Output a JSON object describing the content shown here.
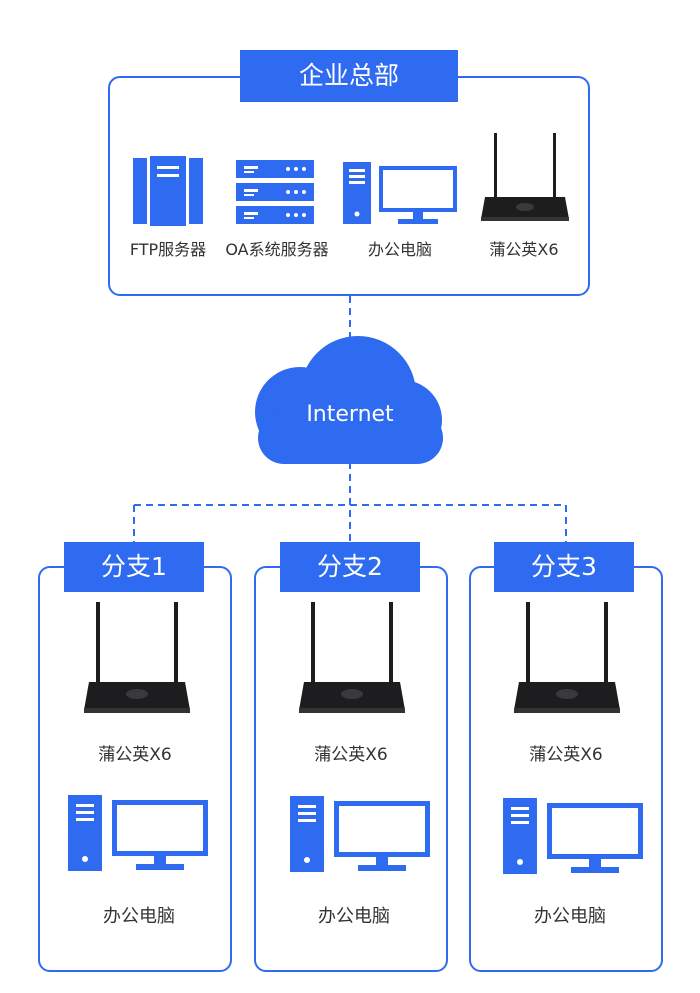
{
  "colors": {
    "accent": "#2f6bf0",
    "device_dark": "#1d1d1f"
  },
  "headquarters": {
    "title": "企业总部",
    "devices": [
      {
        "icon": "server-rack-icon",
        "label": "FTP服务器"
      },
      {
        "icon": "server-stack-icon",
        "label": "OA系统服务器"
      },
      {
        "icon": "desktop-computer-icon",
        "label": "办公电脑"
      },
      {
        "icon": "router-icon",
        "label": "蒲公英X6"
      }
    ]
  },
  "cloud": {
    "label": "Internet"
  },
  "branches": [
    {
      "title": "分支1",
      "router_label": "蒲公英X6",
      "pc_label": "办公电脑"
    },
    {
      "title": "分支2",
      "router_label": "蒲公英X6",
      "pc_label": "办公电脑"
    },
    {
      "title": "分支3",
      "router_label": "蒲公英X6",
      "pc_label": "办公电脑"
    }
  ]
}
